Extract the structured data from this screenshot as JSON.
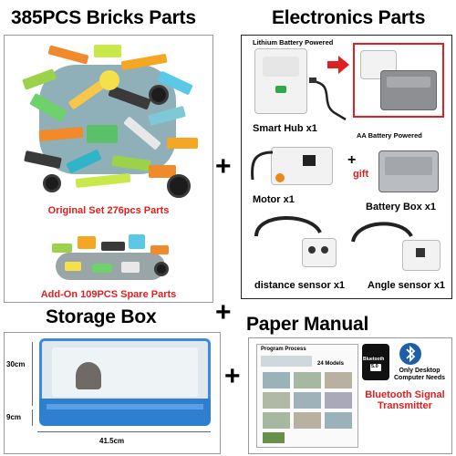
{
  "headings": {
    "bricks": "385PCS Bricks Parts",
    "electronics": "Electronics Parts",
    "storage": "Storage Box",
    "manual": "Paper Manual"
  },
  "bricks_panel": {
    "original": "Original Set 276pcs Parts",
    "addon": "Add-On 109PCS Spare Parts"
  },
  "electronics_panel": {
    "lithium_note": "Lithium Battery Powered",
    "smart_hub": "Smart Hub x1",
    "aa_note": "AA Battery Powered",
    "gift_plus": "+",
    "gift": "gift",
    "motor": "Motor x1",
    "battery_box": "Battery Box x1",
    "distance": "distance sensor x1",
    "angle": "Angle sensor x1"
  },
  "storage_panel": {
    "height": "30cm",
    "depth": "9cm",
    "width": "41.5cm"
  },
  "manual_panel": {
    "program_process": "Program Process",
    "models": "24 Models",
    "only_desktop": "Only Desktop Computer Needs",
    "bt_label": "Bluetooth",
    "bt_version": "5.0",
    "bluetooth_title": "Bluetooth Signal Transmitter"
  },
  "plus_sign": "+",
  "colors": {
    "accent_red": "#e02020",
    "box_blue": "#2f7fd0",
    "bt_blue": "#1e5fa8"
  }
}
